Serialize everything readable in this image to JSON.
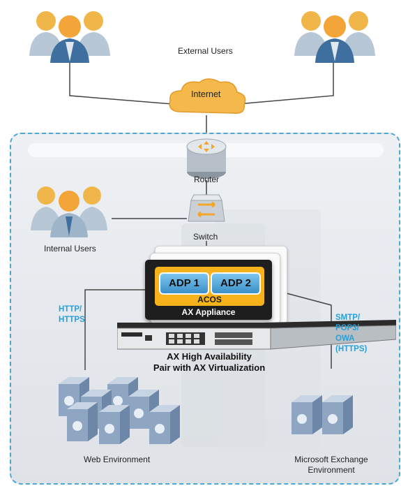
{
  "labels": {
    "external_users": "External Users",
    "internet": "Internet",
    "router": "Router",
    "switch": "Switch",
    "internal_users": "Internal Users",
    "adp1": "ADP 1",
    "adp2": "ADP 2",
    "acos": "ACOS",
    "ax_appliance": "AX Appliance",
    "ha_line1": "AX High Availability",
    "ha_line2": "Pair with AX Virtualization",
    "http": "HTTP/\nHTTPS",
    "smtp": "SMTP/\nPOP3/\nOWA\n(HTTPS)",
    "web_env": "Web Environment",
    "exchange_env": "Microsoft Exchange\nEnvironment"
  },
  "colors": {
    "accent_blue": "#2a9fd6",
    "dashed_border": "#4aa7d6",
    "acos_orange": "#f6b21b",
    "cloud": "#f4b94a"
  },
  "icons": [
    "user-group-icon",
    "cloud-icon",
    "router-icon",
    "switch-icon",
    "server-icon",
    "appliance-chassis-icon"
  ]
}
